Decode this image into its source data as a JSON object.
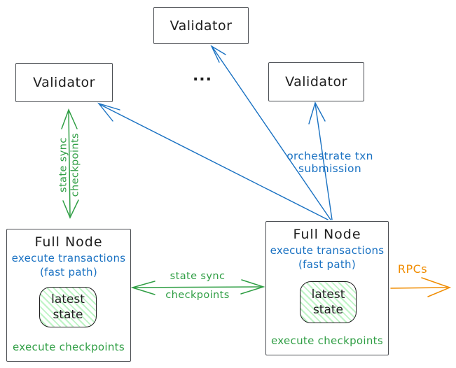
{
  "diagram": {
    "background": "#ffffff",
    "colors": {
      "green": "#2f9e44",
      "blue": "#1971c2",
      "orange": "#f08c00",
      "text_black": "#1e1e1e",
      "box_border": "#4b4e53",
      "state_fill": "#b2f2bb"
    },
    "validators": {
      "top": "Validator",
      "left": "Validator",
      "right": "Validator",
      "ellipsis": "..."
    },
    "full_nodes": {
      "left": {
        "title": "Full Node",
        "blue_line1": "execute transactions",
        "blue_line2": "(fast path)",
        "state_line1": "latest",
        "state_line2": "state",
        "green_line": "execute checkpoints"
      },
      "right": {
        "title": "Full Node",
        "blue_line1": "execute transactions",
        "blue_line2": "(fast path)",
        "state_line1": "latest",
        "state_line2": "state",
        "green_line": "execute checkpoints"
      }
    },
    "edges": {
      "state_sync_vertical": {
        "label_line1": "state sync",
        "label_line2": "checkpoints"
      },
      "state_sync_horizontal": {
        "label_line1": "state sync",
        "label_line2": "checkpoints"
      },
      "orchestrate": {
        "label": "orchestrate txn submission"
      },
      "rpcs": {
        "label": "RPCs"
      }
    }
  }
}
